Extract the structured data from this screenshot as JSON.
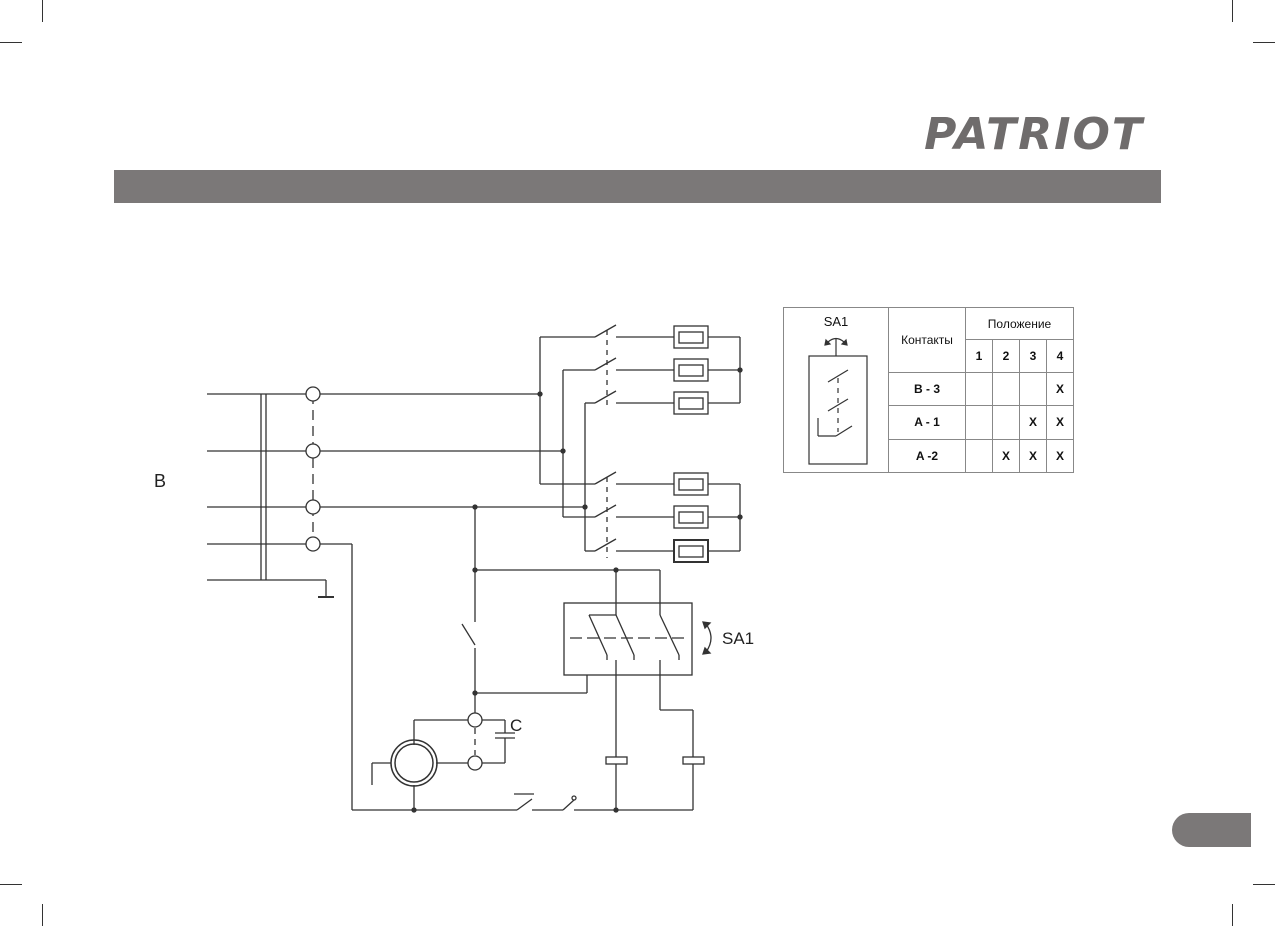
{
  "brand": {
    "logo_text": "PATRIOT"
  },
  "diagram": {
    "network_label": "В",
    "capacitor_label": "С",
    "switch_label": "SA1"
  },
  "legend": {
    "switch_label": "SA1",
    "contacts_header": "Контакты",
    "position_header": "Положение",
    "positions": [
      "1",
      "2",
      "3",
      "4"
    ],
    "rows": [
      {
        "label": "B - 3",
        "marks": [
          "",
          "",
          "",
          "X"
        ]
      },
      {
        "label": "A - 1",
        "marks": [
          "",
          "",
          "X",
          "X"
        ]
      },
      {
        "label": "A  -2",
        "marks": [
          "",
          "X",
          "X",
          "X"
        ]
      }
    ]
  },
  "colors": {
    "header_bar": "#7b7878",
    "line": "#333333"
  }
}
